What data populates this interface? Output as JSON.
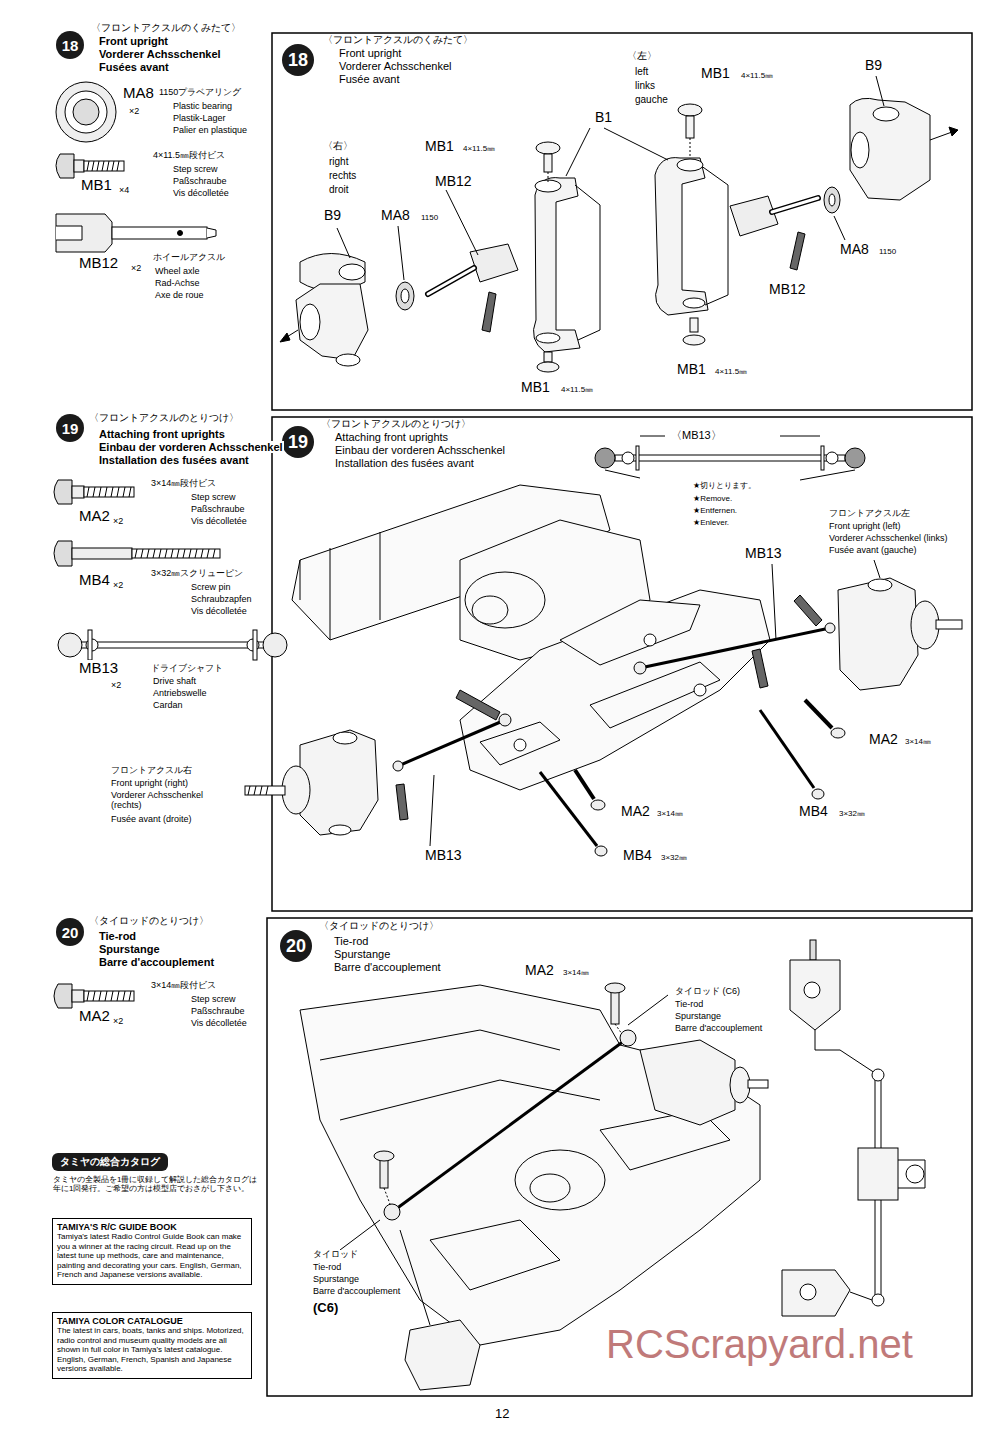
{
  "diagram": {
    "nodes": [
      {
        "text": [
          "18"
        ]
      },
      {
        "text": [
          "18"
        ]
      },
      {
        "text": [
          "19"
        ]
      },
      {
        "text": [
          "19"
        ]
      },
      {
        "text": [
          "20"
        ]
      },
      {
        "text": [
          "20"
        ]
      },
      {
        "text": [
          "タミヤの総合カタログ"
        ]
      },
      {
        "text": [
          "TAMIYA'S R/C GUIDE BOOK",
          "Tamiya's latest Radio Control Guide Book can make you a winner at the racing circuit. Read up on the latest tune up methods, care and maintenance, painting and decorating your cars. English, German, French and Japanese versions available."
        ]
      },
      {
        "text": [
          "TAMIYA COLOR CATALOGUE",
          "The latest in cars, boats, tanks and ships. Motorized, radio control and museum quality models are all shown in full color in Tamiya's latest catalogue. English, German, French, Spanish and Japanese versions available."
        ]
      }
    ],
    "labels": [
      "〈フロントアクスルのくみたて〉",
      "Front upright",
      "Vorderer Achsschenkel",
      "Fusées avant",
      "MA8",
      "×2",
      "1150プラベアリング",
      "Plastic bearing",
      "Plastik-Lager",
      "Palier en plastique",
      "MB1",
      "×4",
      "4×11.5㎜段付ビス",
      "Step screw",
      "Paßschraube",
      "Vis décolletée",
      "MB12",
      "×2",
      "ホイールアクスル",
      "Wheel axle",
      "Rad-Achse",
      "Axe de roue",
      "〈フロントアクスルのくみたて〉",
      "Front upright",
      "Vorderer Achsschenkel",
      "Fusée avant",
      "〈右〉",
      "right",
      "rechts",
      "droit",
      "B9",
      "MA8",
      "1150",
      "MB1",
      "4×11.5㎜",
      "MB12",
      "B1",
      "〈左〉",
      "left",
      "links",
      "gauche",
      "MB1",
      "4×11.5㎜",
      "B9",
      "MA8",
      "1150",
      "MB12",
      "MB1",
      "4×11.5㎜",
      "MB1",
      "4×11.5㎜",
      "〈フロントアクスルのとりつけ〉",
      "Attaching front uprights",
      "Einbau der vorderen Achsschenkel",
      "Installation des fusées avant",
      "MA2",
      "×2",
      "3×14㎜段付ビス",
      "Step screw",
      "Paßschraube",
      "Vis décolletée",
      "MB4",
      "×2",
      "3×32㎜スクリューピン",
      "Screw pin",
      "Schraubzapfen",
      "Vis décolletée",
      "MB13",
      "×2",
      "ドライブシャフト",
      "Drive shaft",
      "Antriebswelle",
      "Cardan",
      "〈フロントアクスルのとりつけ〉",
      "Attaching front uprights",
      "Einbau der vorderen Achsschenkel",
      "Installation des fusées avant",
      "〈MB13〉",
      "★切りとります。",
      "★Remove.",
      "★Entfernen.",
      "★Enlever.",
      "フロントアクスル左",
      "Front upright (left)",
      "Vorderer Achsschenkel (links)",
      "Fusée avant (gauche)",
      "MB13",
      "MA2",
      "3×14㎜",
      "MB4",
      "3×32㎜",
      "MA2",
      "3×14㎜",
      "MB4",
      "3×32㎜",
      "MB13",
      "フロントアクスル右",
      "Front upright (right)",
      "Vorderer Achsschenkel (rechts)",
      "Fusée avant (droite)",
      "〈タイロッドのとりつけ〉",
      "Tie-rod",
      "Spurstange",
      "Barre d'accouplement",
      "MA2",
      "×2",
      "3×14㎜段付ビス",
      "Step screw",
      "Paßschraube",
      "Vis décolletée",
      "〈タイロッドのとりつけ〉",
      "Tie-rod",
      "Spurstange",
      "Barre d'accouplement",
      "MA2",
      "3×14㎜",
      "タイロッド (C6)",
      "Tie-rod",
      "Spurstange",
      "Barre d'accouplement",
      "タイロッド",
      "Tie-rod",
      "Spurstange",
      "Barre d'accouplement",
      "(C6)",
      "タミヤの全製品を1冊に収録して解説した総合カタログは年に1回発行。ご希望の方は模型店でおさがし下さい。",
      "12",
      "RCScrapyard.net"
    ]
  }
}
